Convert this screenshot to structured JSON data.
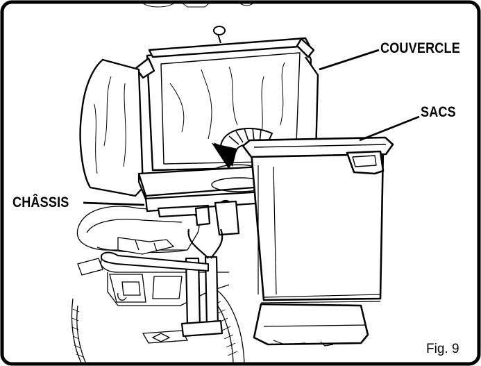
{
  "labels": {
    "lid": "COUVERCLE",
    "bags": "SACS",
    "chassis": "CHÂSSIS"
  },
  "figure_caption": "Fig. 9",
  "colors": {
    "line": "#000000",
    "background": "#ffffff",
    "detail": "#333333"
  }
}
